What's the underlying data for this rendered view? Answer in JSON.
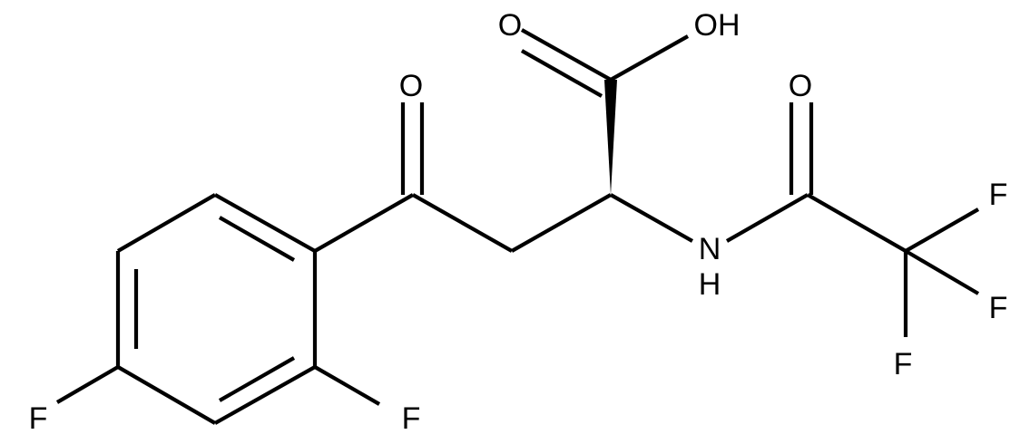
{
  "molecule": {
    "atoms": {
      "o_ketone": "O",
      "o_acid_carbonyl": "O",
      "oh": "OH",
      "o_amide": "O",
      "n": "N",
      "h_amine": "H",
      "f_para": "F",
      "f_ortho": "F",
      "f_cf3_top": "F",
      "f_cf3_right": "F",
      "f_cf3_bottom": "F"
    }
  }
}
